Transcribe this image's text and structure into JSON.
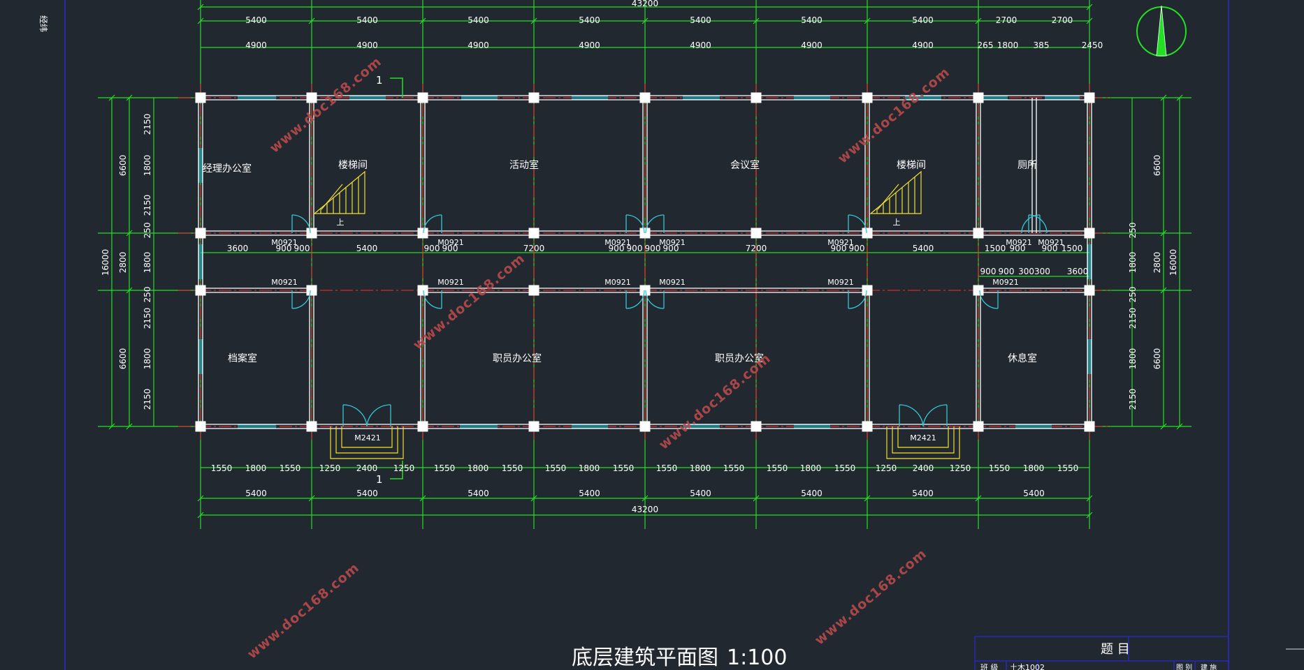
{
  "drawing": {
    "side_label": "经纬",
    "title": "底层建筑平面图",
    "scale": "1:100",
    "title_block": {
      "header": "题 目",
      "cells": [
        "班 级",
        "土木1002",
        "",
        "图 别",
        "建 施"
      ]
    }
  },
  "colors": {
    "background": "#212830",
    "dimension_lines": "#22e022",
    "walls": "#ffffff",
    "axis_lines": "#ff2a2a",
    "windows": "#30c8d8",
    "stairs": "#f0e030",
    "watermark": "#b84a4a",
    "frame": "#2a2ad0"
  },
  "rooms": [
    {
      "id": "manager",
      "label": "经理办公室"
    },
    {
      "id": "stair_left",
      "label": "楼梯间"
    },
    {
      "id": "activity",
      "label": "活动室"
    },
    {
      "id": "meeting",
      "label": "会议室"
    },
    {
      "id": "stair_right",
      "label": "楼梯间"
    },
    {
      "id": "toilet",
      "label": "厕所"
    },
    {
      "id": "archive",
      "label": "档案室"
    },
    {
      "id": "staff1",
      "label": "职员办公室"
    },
    {
      "id": "staff2",
      "label": "职员办公室"
    },
    {
      "id": "rest",
      "label": "休息室"
    }
  ],
  "stair_marks": [
    "上",
    "上"
  ],
  "section_marks": [
    "1",
    "1"
  ],
  "doors": [
    "M0921",
    "M0921",
    "M0921",
    "M0921",
    "M0921",
    "M0921",
    "M0921",
    "M0921",
    "M0921",
    "M0921",
    "M0921",
    "M0921",
    "M0921",
    "M2421",
    "M2421"
  ],
  "dimensions": {
    "overall": "43200",
    "top_bays": [
      "5400",
      "5400",
      "5400",
      "5400",
      "5400",
      "5400",
      "5400",
      "2700",
      "2700"
    ],
    "top_openings": [
      "4900",
      "4900",
      "4900",
      "4900",
      "4900",
      "4900",
      "4900",
      "265",
      "1800",
      "385",
      "2450"
    ],
    "corridor_top": [
      "3600",
      "900",
      "900",
      "5400",
      "900",
      "900",
      "7200",
      "900",
      "900",
      "900",
      "900",
      "7200",
      "900",
      "900",
      "5400",
      "1500",
      "900",
      "900",
      "1500"
    ],
    "corridor_bottom": [
      "900",
      "900",
      "300300",
      "3600"
    ],
    "bottom_openings": [
      "1550",
      "1800",
      "1550",
      "1250",
      "2400",
      "1250",
      "1550",
      "1800",
      "1550",
      "1550",
      "1800",
      "1550",
      "1550",
      "1800",
      "1550",
      "1550",
      "1800",
      "1550",
      "1250",
      "2400",
      "1250",
      "1550",
      "1800",
      "1550"
    ],
    "bottom_bays": [
      "5400",
      "5400",
      "5400",
      "5400",
      "5400",
      "5400",
      "5400",
      "5400"
    ],
    "bottom_overall": "43200",
    "left_outer": "16000",
    "left_mid": [
      "6600",
      "2800",
      "6600"
    ],
    "left_inner": [
      "2150",
      "1800",
      "2150",
      "250",
      "1800",
      "250",
      "2150",
      "1800",
      "2150"
    ],
    "right_outer": "16000",
    "right_mid": [
      "6600",
      "2800",
      "6600"
    ],
    "right_inner": [
      "250",
      "1800",
      "250",
      "2150",
      "1800",
      "2150"
    ]
  },
  "watermark": "www.doc168.com"
}
